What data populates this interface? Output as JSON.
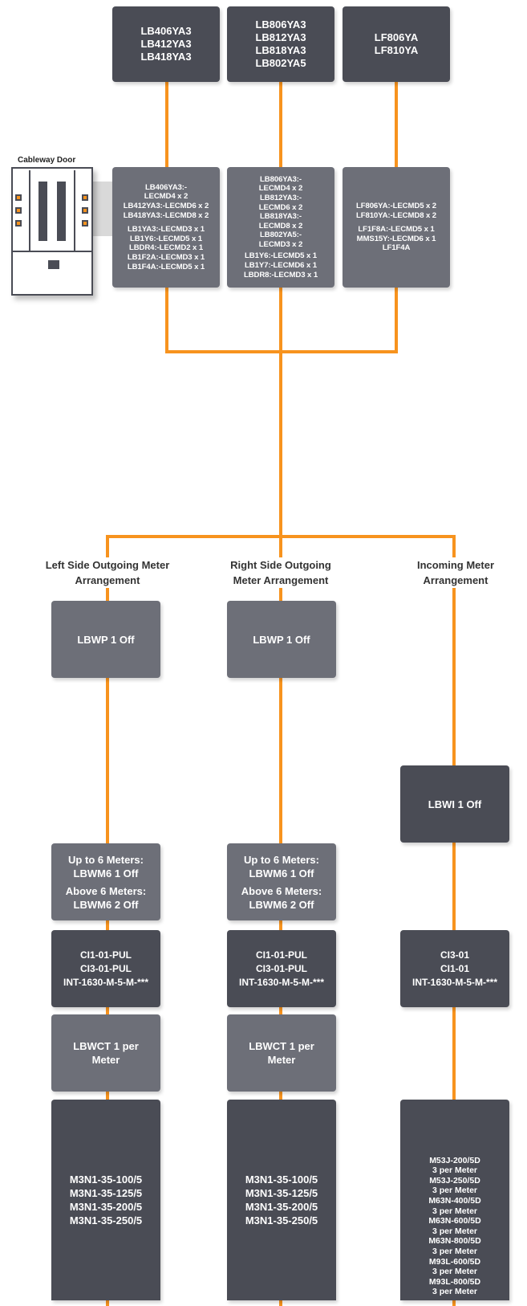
{
  "cabinet": {
    "label": "Cableway Door"
  },
  "top_boxes": [
    {
      "lines": [
        "LB406YA3",
        "LB412YA3",
        "LB418YA3"
      ]
    },
    {
      "lines": [
        "LB806YA3",
        "LB812YA3",
        "LB818YA3",
        "LB802YA5"
      ]
    },
    {
      "lines": [
        "LF806YA",
        "LF810YA"
      ]
    }
  ],
  "product_boxes": [
    {
      "groups": [
        [
          "LB406YA3:-",
          "LECMD4 x 2",
          "LB412YA3:-LECMD6 x 2",
          "LB418YA3:-LECMD8 x 2"
        ],
        [
          "LB1YA3:-LECMD3 x 1",
          "LB1Y6:-LECMD5 x 1",
          "LBDR4:-LECMD2 x 1",
          "LB1F2A:-LECMD3 x 1",
          "LB1F4A:-LECMD5 x 1"
        ]
      ]
    },
    {
      "groups": [
        [
          "LB806YA3:-",
          "LECMD4 x 2",
          "LB812YA3:-",
          "LECMD6 x 2",
          "LB818YA3:-",
          "LECMD8 x 2",
          "LB802YA5:-",
          "LECMD3 x 2"
        ],
        [
          "LB1Y6:-LECMD5 x 1",
          "LB1Y7:-LECMD6 x 1",
          "LBDR8:-LECMD3 x 1"
        ]
      ]
    },
    {
      "groups": [
        [
          "LF806YA:-LECMD5 x 2",
          "LF810YA:-LECMD8 x 2"
        ],
        [
          "LF1F8A:-LECMD5 x 1",
          "MMS15Y:-LECMD6 x 1",
          "LF1F4A"
        ]
      ]
    }
  ],
  "columns": [
    {
      "header": [
        "Left Side Outgoing",
        "Meter Arrangement"
      ],
      "wp_box": "LBWP 1 Off",
      "wm6_box": {
        "groups": [
          [
            "Up to 6 Meters:",
            "LBWM6 1 Off"
          ],
          [
            "Above 6 Meters:",
            "LBWM6 2 Off"
          ]
        ]
      },
      "ci_box": [
        "CI1-01-PUL",
        "CI3-01-PUL",
        "INT-1630-M-5-M-***"
      ],
      "wct_box": [
        "LBWCT 1 per",
        "Meter"
      ],
      "meter_box": [
        "M3N1-35-100/5",
        "M3N1-35-125/5",
        "M3N1-35-200/5",
        "M3N1-35-250/5"
      ]
    },
    {
      "header": [
        "Right Side Outgoing",
        "Meter Arrangement"
      ],
      "wp_box": "LBWP 1 Off",
      "wm6_box": {
        "groups": [
          [
            "Up to 6 Meters:",
            "LBWM6 1 Off"
          ],
          [
            "Above 6 Meters:",
            "LBWM6 2 Off"
          ]
        ]
      },
      "ci_box": [
        "CI1-01-PUL",
        "CI3-01-PUL",
        "INT-1630-M-5-M-***"
      ],
      "wct_box": [
        "LBWCT 1 per",
        "Meter"
      ],
      "meter_box": [
        "M3N1-35-100/5",
        "M3N1-35-125/5",
        "M3N1-35-200/5",
        "M3N1-35-250/5"
      ]
    },
    {
      "header": [
        "Incoming Meter",
        "Arrangement"
      ],
      "wi_box": "LBWI 1 Off",
      "ci_box": [
        "CI3-01",
        "CI1-01",
        "INT-1630-M-5-M-***"
      ],
      "meter_box": [
        "M53J-200/5D",
        "3 per Meter",
        "M53J-250/5D",
        "3 per Meter",
        "M63N-400/5D",
        "3 per Meter",
        "M63N-600/5D",
        "3 per Meter",
        "M63N-800/5D",
        "3 per Meter",
        "M93L-600/5D",
        "3 per Meter",
        "M93L-800/5D",
        "3 per Meter"
      ]
    }
  ],
  "colors": {
    "connector": "#f7931e",
    "box_dark": "#4a4c55",
    "box_mid": "#6d6f78",
    "text": "#ffffff"
  }
}
